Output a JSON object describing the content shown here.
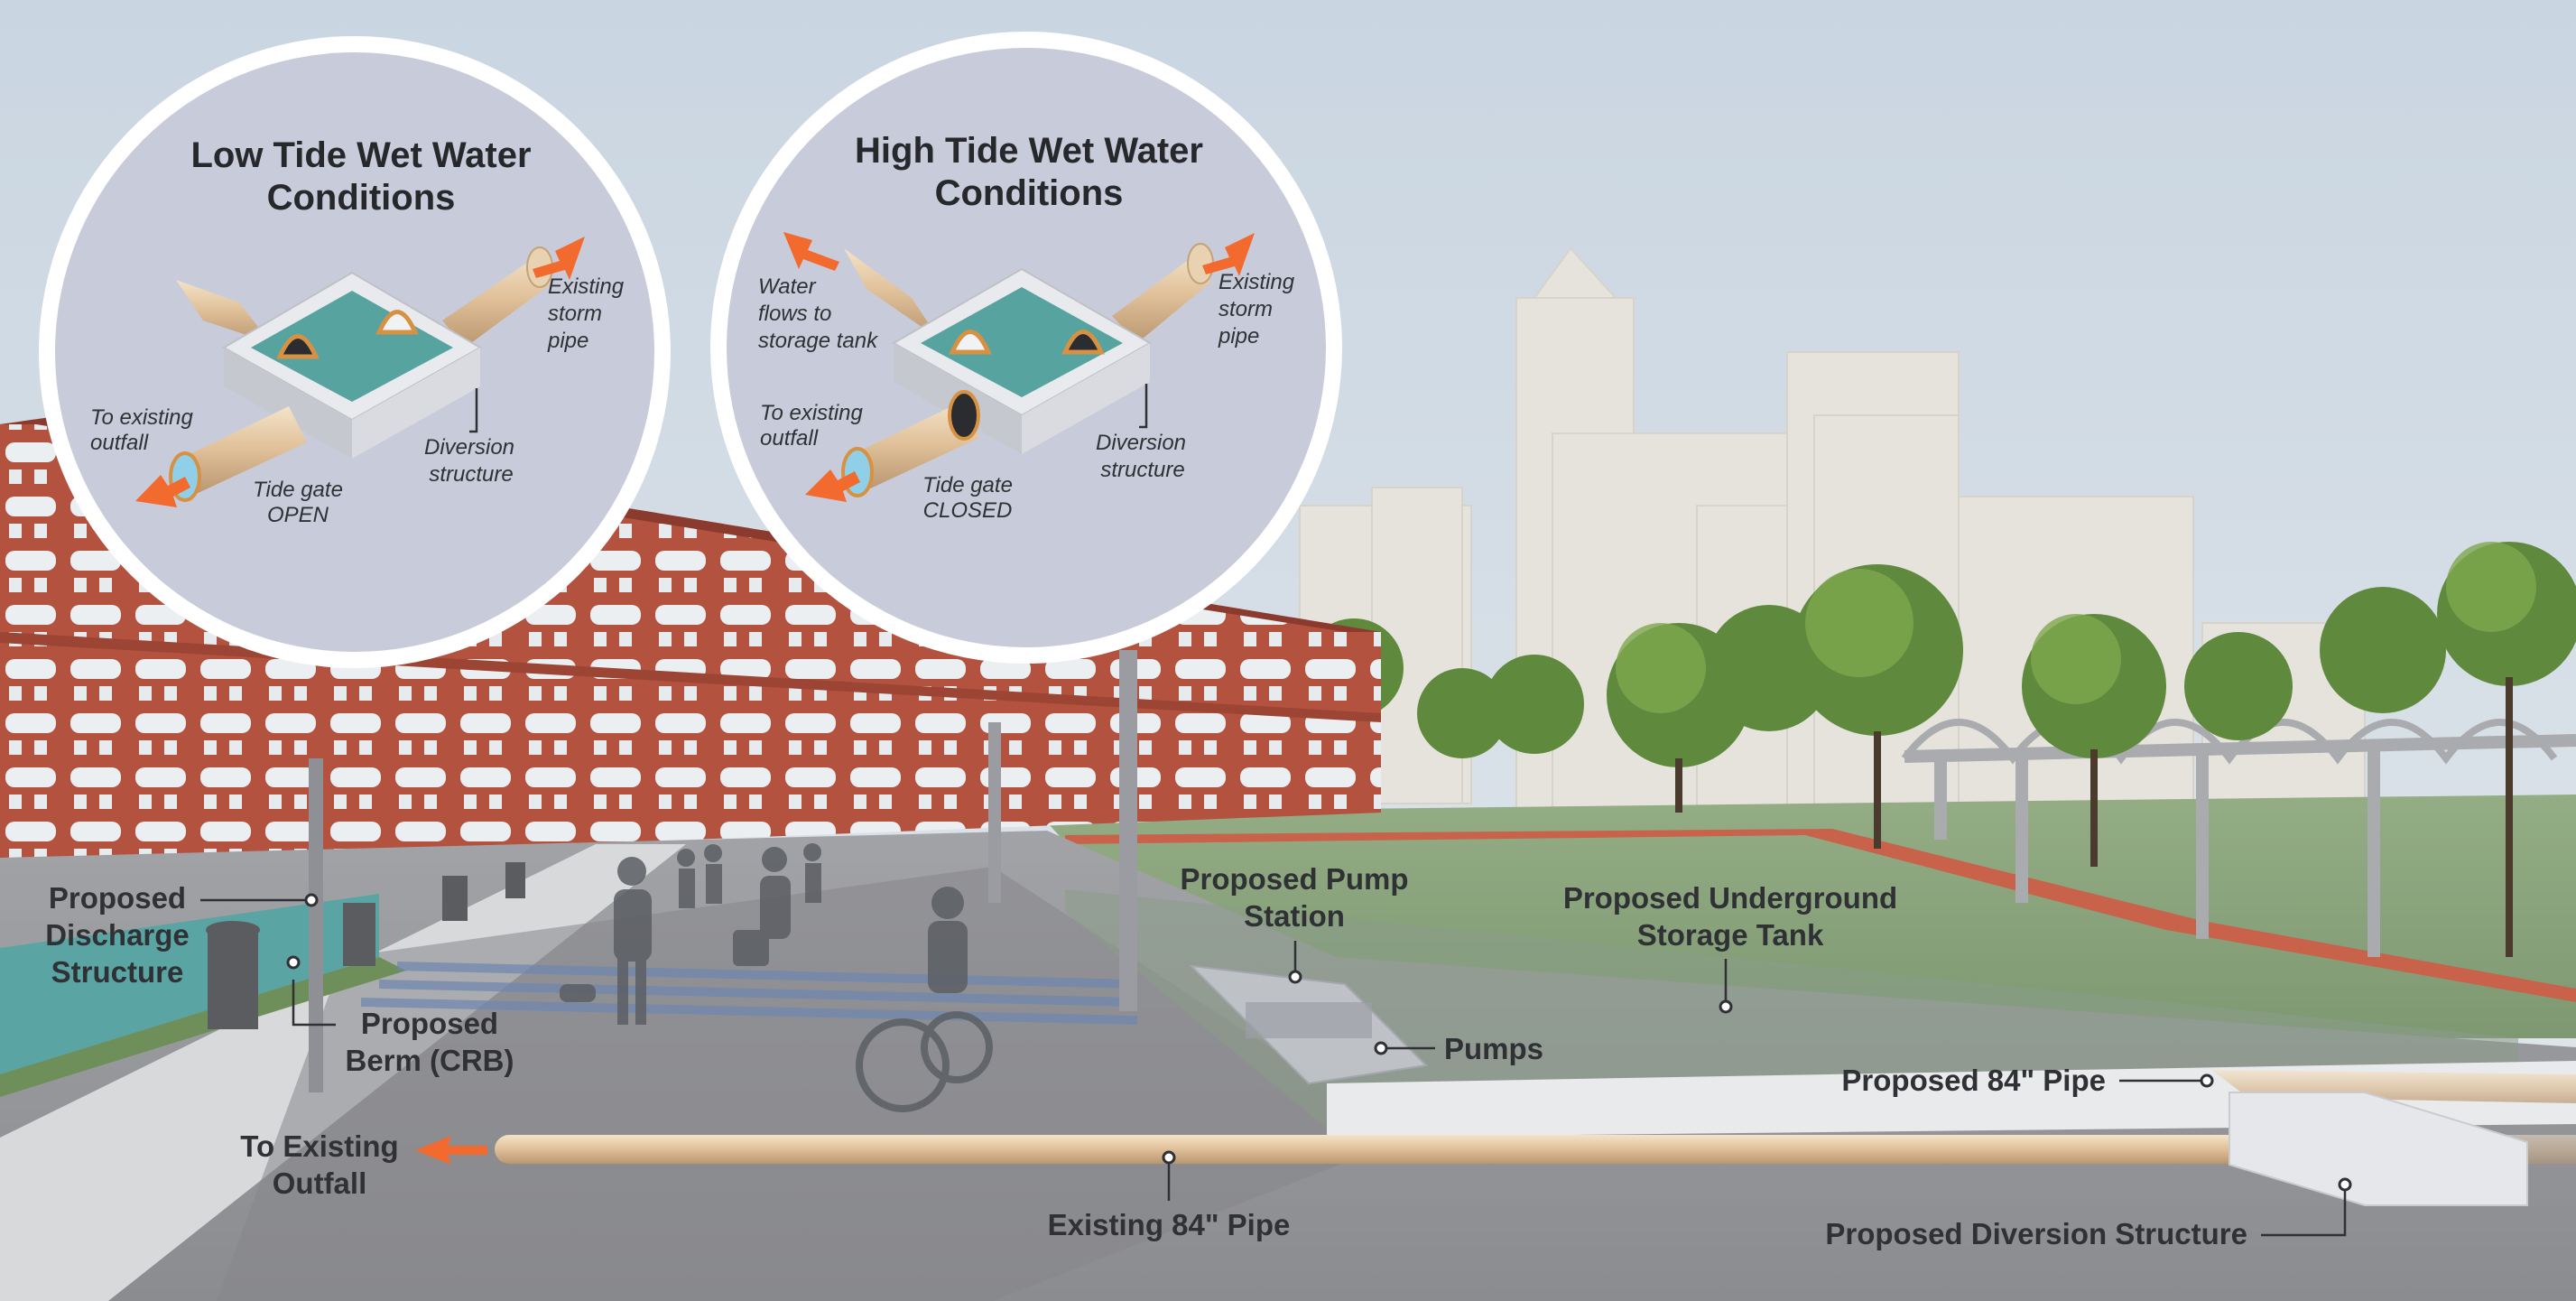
{
  "insets": {
    "low": {
      "title_line1": "Low Tide Wet Water",
      "title_line2": "Conditions",
      "pipe_label": [
        "Existing",
        "storm",
        "pipe"
      ],
      "outfall_label": [
        "To existing",
        "outfall"
      ],
      "gate_label": [
        "Tide gate",
        "OPEN"
      ],
      "diversion_label": [
        "Diversion",
        "structure"
      ]
    },
    "high": {
      "title_line1": "High Tide Wet Water",
      "title_line2": "Conditions",
      "flow_label": [
        "Water",
        "flows to",
        "storage tank"
      ],
      "pipe_label": [
        "Existing",
        "storm",
        "pipe"
      ],
      "outfall_label": [
        "To existing",
        "outfall"
      ],
      "gate_label": [
        "Tide gate",
        "CLOSED"
      ],
      "diversion_label": [
        "Diversion",
        "structure"
      ]
    }
  },
  "callouts": {
    "discharge": [
      "Proposed",
      "Discharge",
      "Structure"
    ],
    "berm": [
      "Proposed",
      "Berm (CRB)"
    ],
    "pump_station": [
      "Proposed Pump",
      "Station"
    ],
    "storage_tank": [
      "Proposed Underground",
      "Storage Tank"
    ],
    "pumps": "Pumps",
    "pipe_84_proposed": "Proposed 84\" Pipe",
    "outfall": [
      "To Existing",
      "Outfall"
    ],
    "pipe_84_existing": "Existing 84\" Pipe",
    "diversion": "Proposed Diversion Structure"
  },
  "colors": {
    "sky": "#d2dbe4",
    "brick": "#b3523f",
    "lawn": "#8ea57f",
    "pipe": "#e2c49e",
    "arrow": "#f26a2e",
    "water": "#4f9b99",
    "inset_bg": "#c7cad9",
    "text": "#2f3135"
  }
}
